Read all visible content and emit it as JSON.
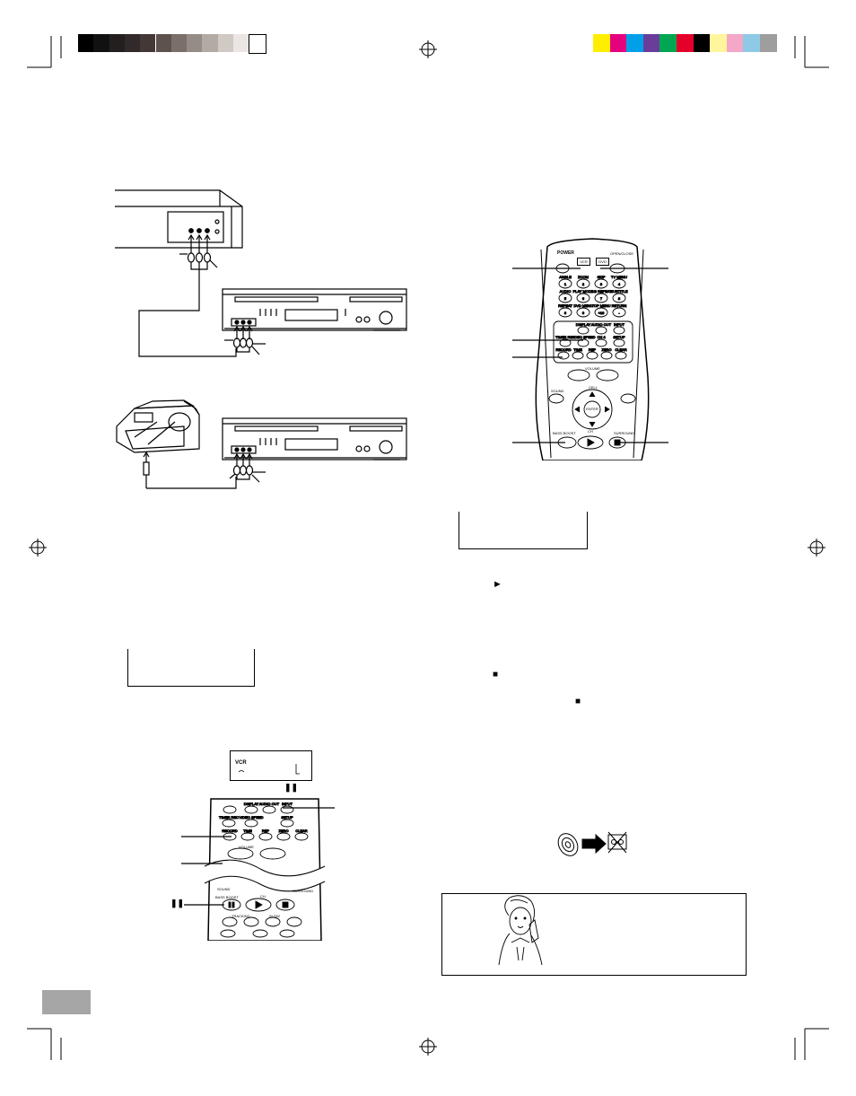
{
  "color_bars": {
    "grayscale": [
      "#000000",
      "#111111",
      "#231f1f",
      "#322a2a",
      "#433836",
      "#5e524e",
      "#7a6f6b",
      "#968c87",
      "#b3aaa5",
      "#d0c9c4",
      "#ebe6e3",
      "#ffffff"
    ],
    "colors": [
      "#ffee00",
      "#e5007e",
      "#00a0e9",
      "#6a3d9a",
      "#00a651",
      "#e4002b",
      "#000000",
      "#fff59d",
      "#f4a7c7",
      "#8ecae6",
      "#9e9e9e"
    ]
  },
  "remote_top": {
    "power": "POWER",
    "vcr": "VCR",
    "dvd": "DVD",
    "open_close": "OPEN/CLOSE",
    "row1": [
      "ANGLE",
      "ZOOM",
      "SKIP",
      "TV MENU"
    ],
    "row2": [
      "AUDIO",
      "PLAY MODE",
      "A-B REPEAT",
      "SUBTITLE"
    ],
    "row3": [
      "REPEAT",
      "DVD MENU",
      "TOP MENU",
      "RETURN"
    ],
    "row4": [
      "DISPLAY",
      "AUDIO OUT",
      "INPUT"
    ],
    "row5": [
      "TIMER REC",
      "VIDEO SPEED",
      "CH 4",
      "SETUP"
    ],
    "row6": [
      "RECORD",
      "TIME",
      "REP",
      "ZERO",
      "CLEAR"
    ],
    "volume": "VOLUME",
    "cell": "CELL",
    "enter": "ENTER",
    "sound": "SOUND",
    "surround": "SURROUND",
    "bass": "BASS BOOST",
    "ch": "CH"
  },
  "remote_bottom": {
    "row1": [
      "DISPLAY",
      "AUDIO OUT",
      "INPUT"
    ],
    "row2": [
      "TIMER REC",
      "VIDEO SPEED",
      "SETUP"
    ],
    "row3": [
      "RECORD",
      "TIME",
      "REP",
      "ZERO",
      "CLEAR"
    ],
    "volume": "VOLUME",
    "sound": "SOUND",
    "surround": "SURROUND",
    "bass": "BASS BOOST",
    "tracking": "TRACKING",
    "slow": "SLOW",
    "ch": "CH"
  },
  "vcr_display": {
    "label": "VCR",
    "pause_symbol": "❚❚"
  },
  "pause_label": "❚❚",
  "play_symbol": "►",
  "stop_symbol_1": "■",
  "stop_symbol_2": "■",
  "enter_label": "ENTER"
}
